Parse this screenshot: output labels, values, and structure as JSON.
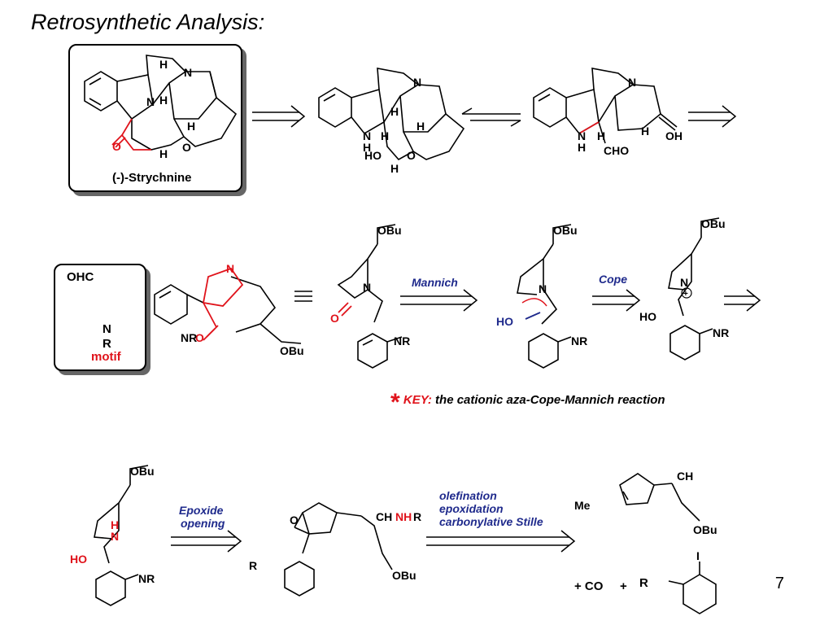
{
  "slide": {
    "title": "Retrosynthetic Analysis:",
    "page_number": "7"
  },
  "compound_box": {
    "label": "(-)-Strychnine"
  },
  "motif_box": {
    "top_label": "OHC",
    "n_label": "N",
    "r_label": "R",
    "caption": "motif"
  },
  "key": {
    "star": "*",
    "prefix": "KEY:",
    "text": " the cationic aza-Cope-Mannich reaction"
  },
  "reactions": {
    "mannich": "Mannich",
    "cope": "Cope",
    "epoxide_line1": "Epoxide",
    "epoxide_line2": "opening",
    "stille_line1": "olefination",
    "stille_line2": "epoxidation",
    "stille_line3": "carbonylative Stille"
  },
  "labels": {
    "obu": "OBu",
    "nr2": "NR",
    "cho": "CHO",
    "oh": "OH",
    "ho": "HO",
    "ch2nhr": "CH",
    "ch2otips": "CH",
    "me3sn": "Me",
    "plus_co": "+ CO",
    "plus": "+",
    "r2n": "R",
    "iodine": "I"
  },
  "colors": {
    "accent_red": "#e0131b",
    "accent_blue": "#1f2a8c",
    "shadow": "#666666"
  }
}
